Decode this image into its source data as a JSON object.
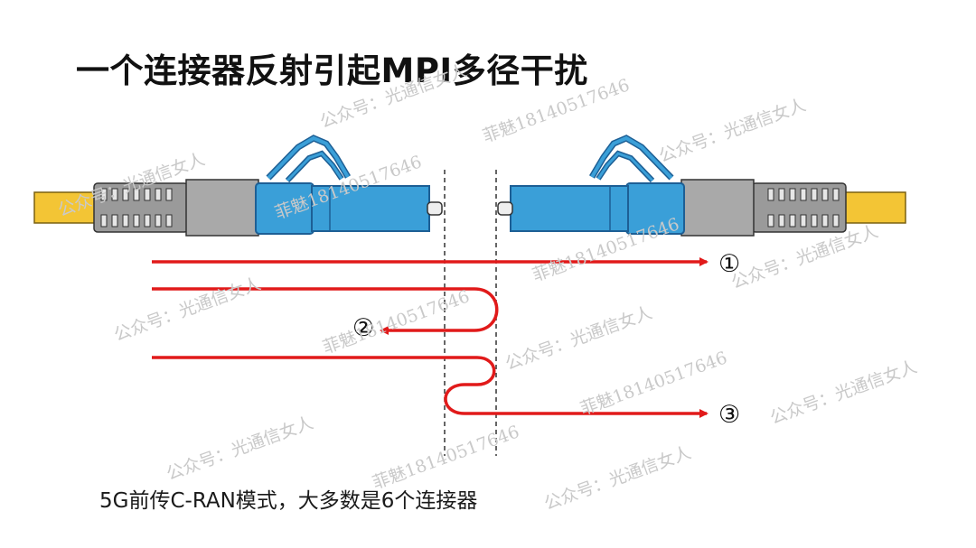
{
  "title": "一个连接器反射引起MPI多径干扰",
  "caption": "5G前传C-RAN模式，大多数是6个连接器",
  "path_labels": [
    "①",
    "②",
    "③"
  ],
  "watermarks": [
    "公众号：光通信女人",
    "菲魅18140517646"
  ],
  "colors": {
    "path": "#e11a1a",
    "connector_body": "#3a9fd8",
    "connector_outline": "#1d5f95",
    "fiber": "#f3c535",
    "boot": "#9a9a9a",
    "sleeve": "#a9a9a9"
  }
}
